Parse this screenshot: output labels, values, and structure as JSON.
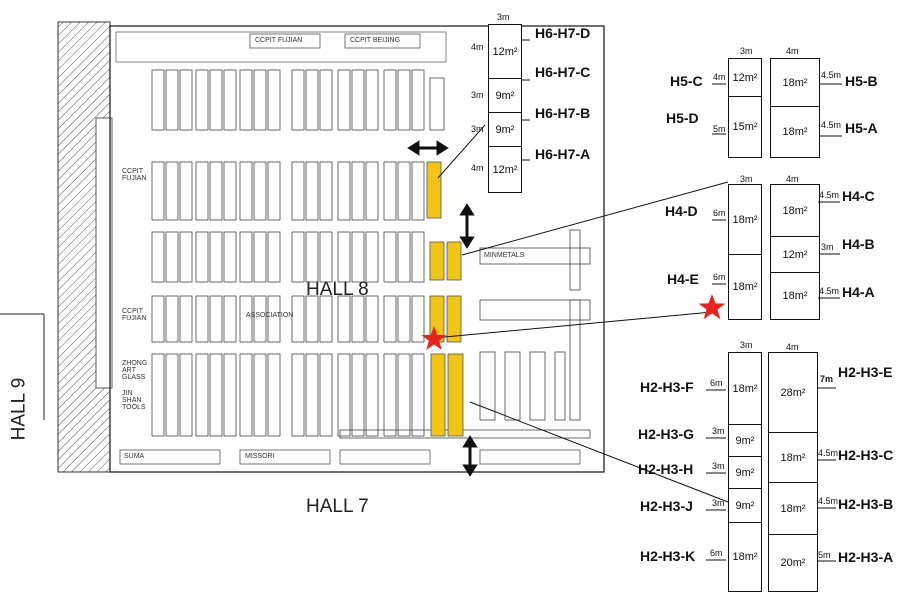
{
  "halls": {
    "hall8": "HALL 8",
    "hall9": "HALL 9",
    "hall7": "HALL 7"
  },
  "floor_labels": {
    "row1": [
      "CCPIT FUJIAN",
      "CCPIT BEIJING"
    ],
    "fujian_left": "CCPIT FUJIAN",
    "fujian_mid": "CCPIT FUJIAN",
    "zhaohong": "ZHONG ART GLASS",
    "jinshan": "JIN SHAN TOOLS",
    "association": "ASSOCIATION",
    "minmetals": "MINMETALS",
    "missori": "MISSORI",
    "suma": "SUMA"
  },
  "booths": {
    "h6h7": {
      "width_label": "3m",
      "items": [
        {
          "code": "H6-H7-D",
          "area": "12m²",
          "side": "4m"
        },
        {
          "code": "H6-H7-C",
          "area": "9m²",
          "side": "3m"
        },
        {
          "code": "H6-H7-B",
          "area": "9m²",
          "side": "3m"
        },
        {
          "code": "H6-H7-A",
          "area": "12m²",
          "side": "4m"
        }
      ]
    },
    "h5": {
      "left_width": "3m",
      "right_width": "4m",
      "left": [
        {
          "code": "H5-C",
          "area": "12m²",
          "side": "4m"
        },
        {
          "code": "H5-D",
          "area": "15m²",
          "side": "5m"
        }
      ],
      "right": [
        {
          "code": "H5-B",
          "area": "18m²",
          "side": "4.5m"
        },
        {
          "code": "H5-A",
          "area": "18m²",
          "side": "4.5m"
        }
      ]
    },
    "h4": {
      "left_width": "3m",
      "right_width": "4m",
      "left": [
        {
          "code": "H4-D",
          "area": "18m²",
          "side": "6m"
        },
        {
          "code": "H4-E",
          "area": "18m²",
          "side": "6m"
        }
      ],
      "right": [
        {
          "code": "H4-C",
          "area": "18m²",
          "side": "4.5m"
        },
        {
          "code": "H4-B",
          "area": "12m²",
          "side": "3m"
        },
        {
          "code": "H4-A",
          "area": "18m²",
          "side": "4.5m"
        }
      ]
    },
    "h2h3": {
      "left_width": "3m",
      "right_width": "4m",
      "left": [
        {
          "code": "H2-H3-F",
          "area": "18m²",
          "side": "6m"
        },
        {
          "code": "H2-H3-G",
          "area": "9m²",
          "side": "3m"
        },
        {
          "code": "H2-H3-H",
          "area": "9m²",
          "side": "3m"
        },
        {
          "code": "H2-H3-J",
          "area": "9m²",
          "side": "3m"
        },
        {
          "code": "H2-H3-K",
          "area": "18m²",
          "side": "6m"
        }
      ],
      "right": [
        {
          "code": "H2-H3-E",
          "area": "28m²",
          "side": "7m"
        },
        {
          "code": "H2-H3-C",
          "area": "18m²",
          "side": "4.5m"
        },
        {
          "code": "H2-H3-B",
          "area": "18m²",
          "side": "4.5m"
        },
        {
          "code": "H2-H3-A",
          "area": "20m²",
          "side": "5m"
        }
      ]
    }
  },
  "colors": {
    "highlight": "#f0c419",
    "star": "#e8231c",
    "line": "#111111"
  }
}
